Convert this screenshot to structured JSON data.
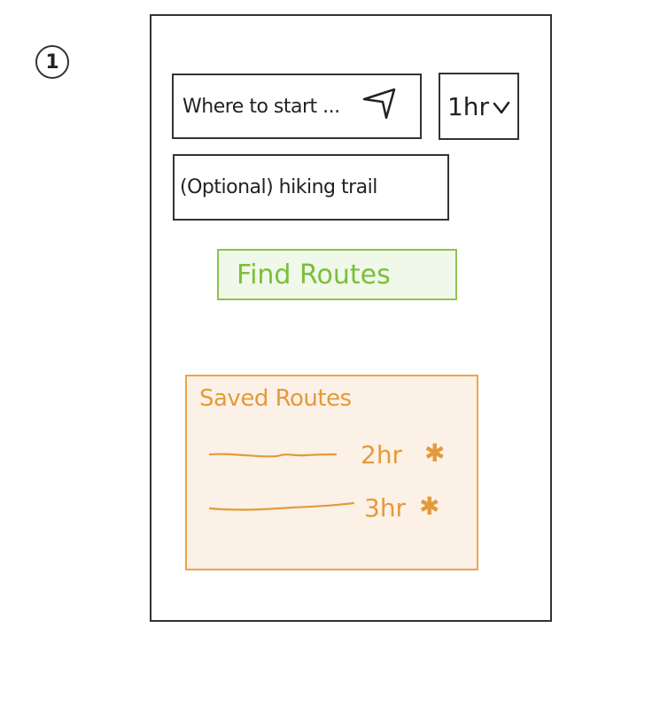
{
  "step_marker": "1",
  "search": {
    "start_placeholder": "Where to start ...",
    "location_icon": "navigation-arrow-icon",
    "duration_value": "1hr",
    "duration_icon": "chevron-down-icon",
    "trail_placeholder": "(Optional) hiking trail"
  },
  "find_button_label": "Find Routes",
  "saved_routes": {
    "title": "Saved Routes",
    "items": [
      {
        "duration": "2hr",
        "favorite_icon": "star-icon"
      },
      {
        "duration": "3hr",
        "favorite_icon": "star-icon"
      }
    ]
  },
  "colors": {
    "frame": "#333333",
    "find_border": "#8cc34d",
    "find_fill": "#f0f8e9",
    "find_text": "#7bbf3a",
    "saved_border": "#e8a54a",
    "saved_fill": "#fcf1e6",
    "saved_text": "#e39a3c"
  }
}
